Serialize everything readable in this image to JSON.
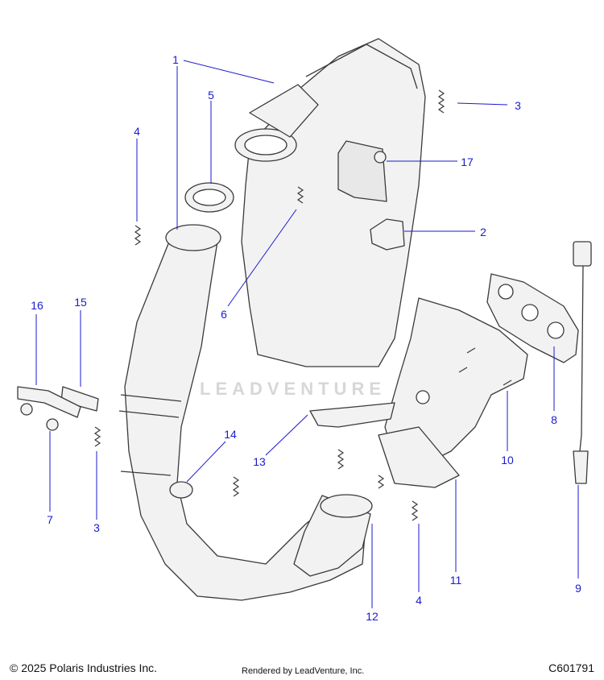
{
  "watermark": "LEADVENTURE",
  "footer": {
    "copyright": "© 2025 Polaris Industries Inc.",
    "rendered_by": "Rendered by LeadVenture, Inc.",
    "diagram_code": "C601791"
  },
  "callouts": [
    "1",
    "5",
    "4",
    "3",
    "17",
    "2",
    "6",
    "16",
    "15",
    "8",
    "10",
    "14",
    "13",
    "7",
    "3",
    "11",
    "4",
    "12",
    "9"
  ]
}
